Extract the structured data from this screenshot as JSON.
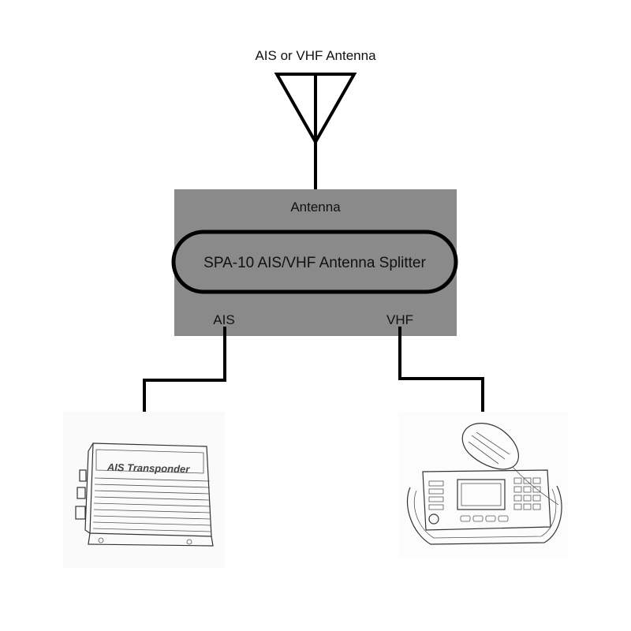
{
  "antenna": {
    "label": "AIS or VHF Antenna"
  },
  "splitter": {
    "title": "SPA-10 AIS/VHF Antenna Splitter",
    "port_top": "Antenna",
    "port_left": "AIS",
    "port_right": "VHF",
    "box_color": "#8a8a8a"
  },
  "devices": {
    "ais": {
      "label": "AIS Transponder",
      "icon": "ais-transponder-icon"
    },
    "vhf": {
      "icon": "vhf-radio-icon"
    }
  }
}
